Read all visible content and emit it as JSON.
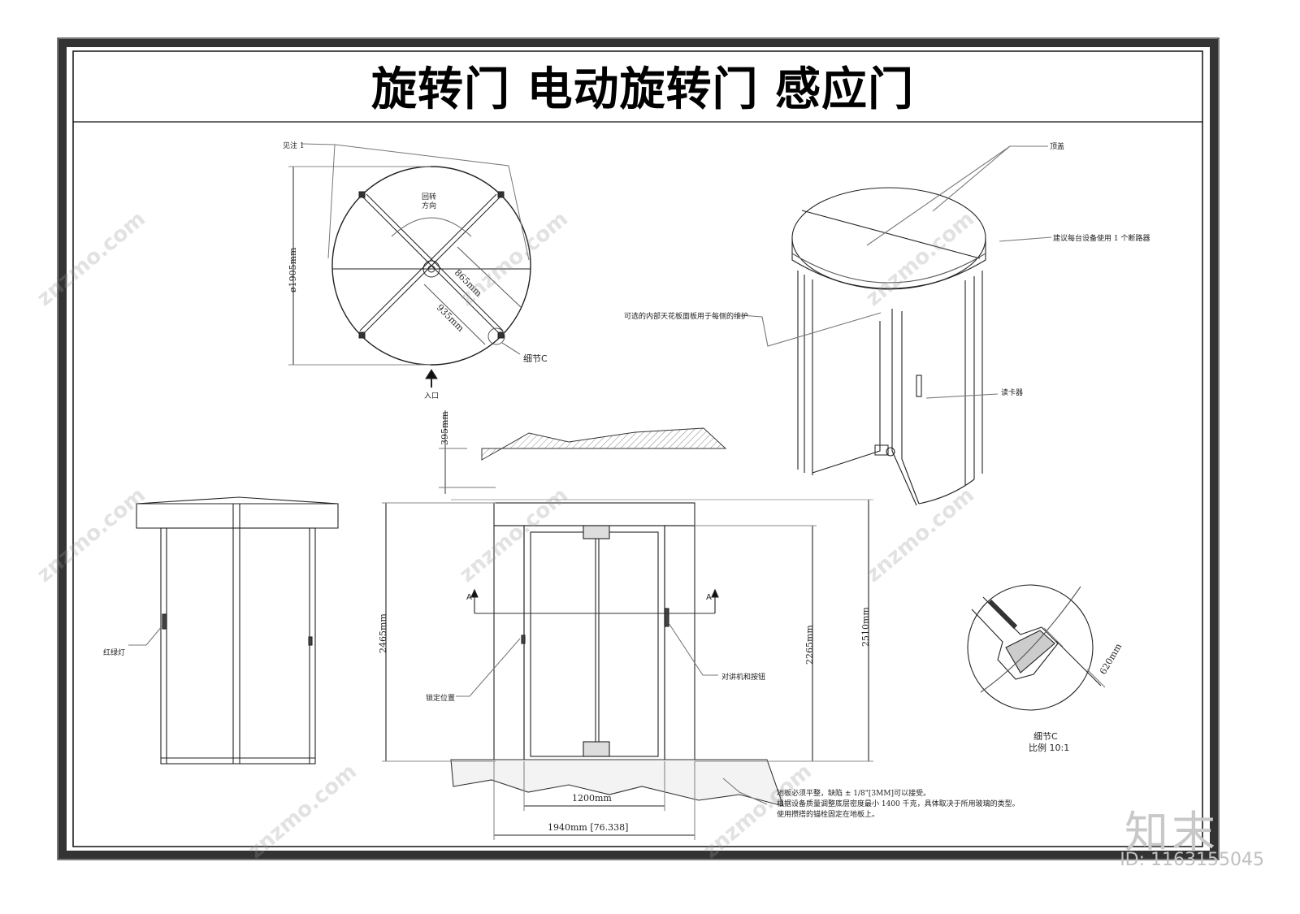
{
  "title": "旋转门 电动旋转门 感应门",
  "plan": {
    "note_ref": "见注 1",
    "rotation": "回转\n方向",
    "rotation_l1": "回转",
    "rotation_l2": "方向",
    "diameter": "ø1905mm",
    "dim_a": "865mm",
    "dim_b": "935mm",
    "detail_ref": "细节C",
    "entrance": "入口"
  },
  "persp": {
    "canopy": "顶盖",
    "breaker": "建议每台设备使用  1  个断路器",
    "ceiling_note": "可选的内部天花板面板用于每侧的维护",
    "card_reader": "读卡器"
  },
  "profile": {
    "height": "395mm"
  },
  "side": {
    "light": "红绿灯"
  },
  "front": {
    "h_total": "2465mm",
    "h_inner": "2265mm",
    "h_outer": "2510mm",
    "section_a": "A",
    "lock": "锁定位置",
    "intercom": "对讲机和按钮",
    "width_opening": "1200mm",
    "width_total": "1940mm [76.338]",
    "floor_note_1": "地板必须平整，缺陷 ± 1/8\"[3MM]可以接受。",
    "floor_note_2": "根据设备质量调整底层密度最小 1400 千克，具体取决于所用玻璃的类型。",
    "floor_note_3": "使用攒搭的锚栓固定在地板上。"
  },
  "detail": {
    "dim": "620mm",
    "name": "细节C",
    "scale": "比例  10:1"
  },
  "watermark": {
    "logo": "知末",
    "id": "ID: 1163155045",
    "site": "znzmo.com"
  }
}
